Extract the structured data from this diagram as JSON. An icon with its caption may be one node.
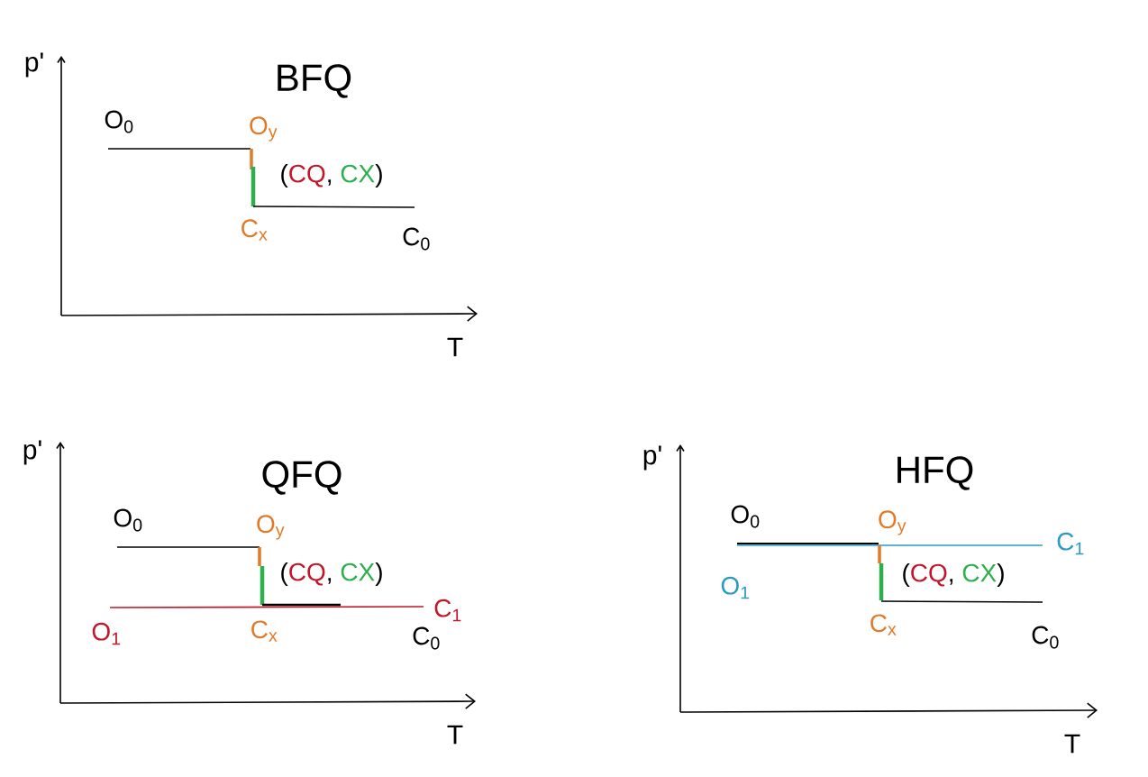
{
  "diagram": {
    "labels": [
      "p'",
      "BFQ",
      "O$_{0}$",
      "O$_{y}$",
      "(",
      "CQ",
      ",",
      "CX",
      ")",
      "C$_{x}$",
      "C$_{0}$",
      "T",
      "p'",
      "QFQ",
      "O$_{0}$",
      "O$_{y}$",
      "(",
      "CQ",
      ",",
      "CX",
      ")",
      "C$_{1}$",
      "O$_{1}$",
      "C$_{x}$",
      "C$_{0}$",
      "T",
      "p'",
      "HFQ",
      "O$_{0}$",
      "O$_{y}$",
      "C$_{1}$",
      "O$_{1}$",
      "(",
      "CQ",
      ",",
      "CX",
      ")",
      "C$_{x}$",
      "C$_{0}$",
      "T"
    ]
  }
}
